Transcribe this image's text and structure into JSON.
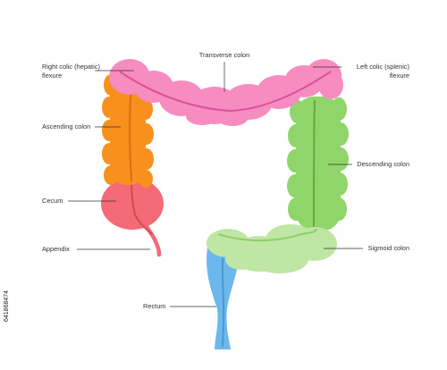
{
  "labels": {
    "right_colic_line1": "Right colic (hepatic)",
    "right_colic_line2": "flexure",
    "transverse": "Transverse colon",
    "left_colic_line1": "Left colic (splenic)",
    "left_colic_line2": "flexure",
    "ascending": "Ascending colon",
    "descending": "Descending colon",
    "cecum": "Cecum",
    "appendix": "Appendix",
    "sigmoid": "Sigmoid colon",
    "rectum": "Rectum"
  },
  "watermark": "641868474",
  "colors": {
    "transverse": "#f78cc0",
    "transverse_line": "#d9539a",
    "ascending": "#f8901e",
    "ascending_line": "#e06a10",
    "cecum": "#f46a76",
    "cecum_line": "#d94552",
    "descending": "#8fd56a",
    "descending_line": "#5fae3c",
    "sigmoid": "#bfe6a4",
    "sigmoid_line": "#8ccf66",
    "rectum": "#6cb8ec",
    "rectum_line": "#4a97d4",
    "label_text": "#333333"
  }
}
